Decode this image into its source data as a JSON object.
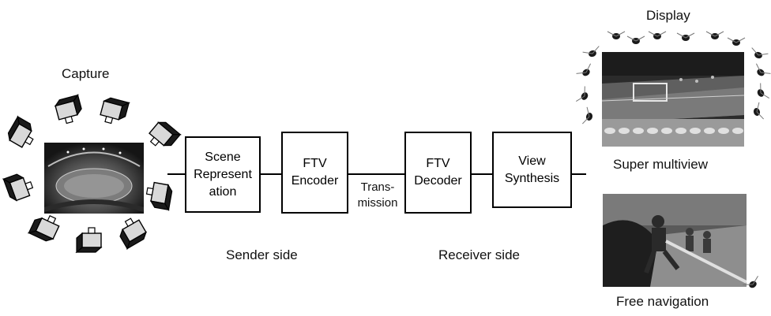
{
  "labels": {
    "capture": "Capture",
    "display": "Display",
    "super_multiview": "Super multiview",
    "free_navigation": "Free navigation",
    "sender_side": "Sender side",
    "receiver_side": "Receiver side",
    "transmission_line1": "Trans-",
    "transmission_line2": "mission"
  },
  "boxes": {
    "scene_representation": [
      "Scene",
      "Represent",
      "ation"
    ],
    "ftv_encoder": [
      "FTV",
      "Encoder"
    ],
    "ftv_decoder": [
      "FTV",
      "Decoder"
    ],
    "view_synthesis": [
      "View",
      "Synthesis"
    ]
  },
  "colors": {
    "stroke": "#000000",
    "camera_light": "#d9d9d9",
    "camera_dark": "#1a1a1a",
    "photo_dark": "#2b2b2b",
    "photo_light": "#9a9a9a"
  },
  "icons": {
    "capture_camera": "camera-icon",
    "viewer": "viewer-eye-icon"
  }
}
